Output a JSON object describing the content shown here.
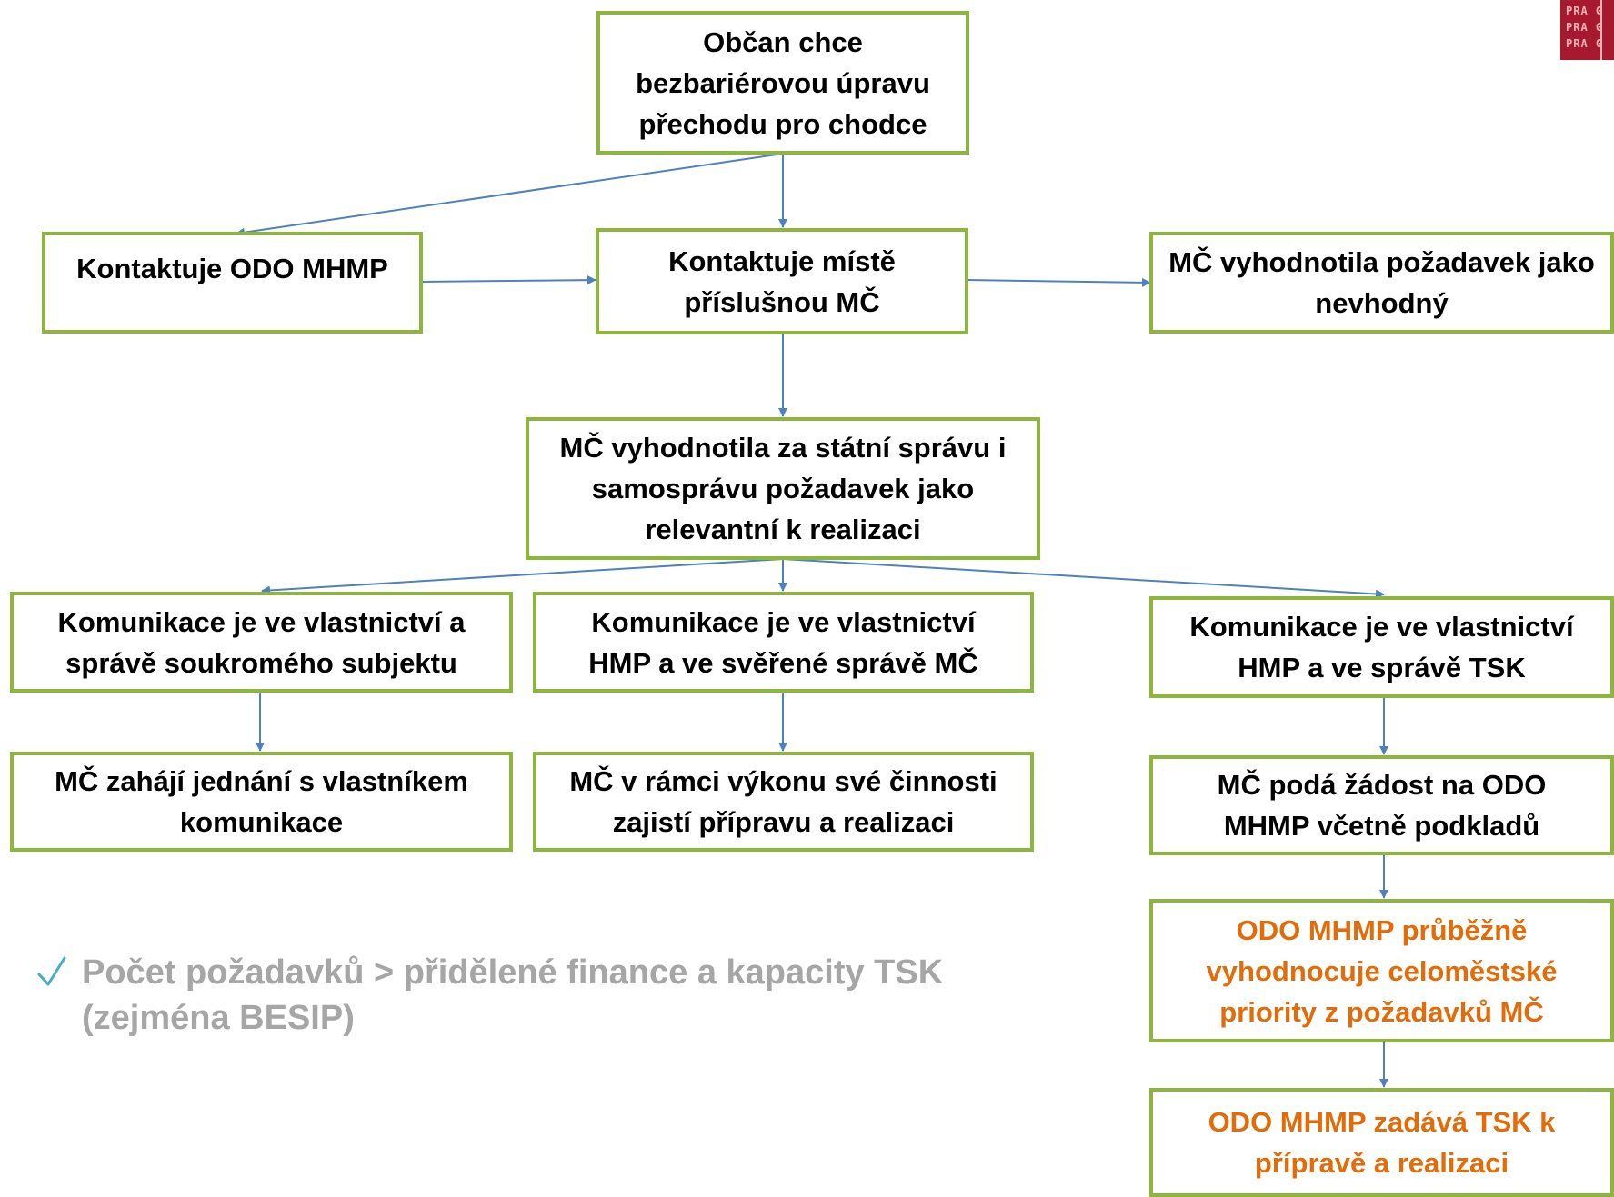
{
  "logo": {
    "rows": [
      "PRA",
      "PRA",
      "PRA"
    ],
    "suffix": "G"
  },
  "nodes": {
    "citizen": "Občan chce bezbariérovou úpravu přechodu pro chodce",
    "contact_odo": "Kontaktuje ODO MHMP",
    "contact_mc": "Kontaktuje místě příslušnou MČ",
    "mc_unsuitable": "MČ vyhodnotila požadavek jako nevhodný",
    "mc_relevant": "MČ vyhodnotila za státní správu i samosprávu požadavek jako relevantní k realizaci",
    "private_owner": "Komunikace je ve vlastnictví a správě soukromého subjektu",
    "hmp_mc": "Komunikace je ve vlastnictví HMP a ve svěřené správě MČ",
    "hmp_tsk": "Komunikace je ve vlastnictví HMP a ve správě TSK",
    "mc_negotiate": "MČ zahájí jednání s vlastníkem komunikace",
    "mc_prepare": "MČ v rámci výkonu své činnosti zajistí přípravu a realizaci",
    "mc_request": "MČ podá žádost na ODO MHMP včetně podkladů",
    "odo_evaluate": "ODO MHMP průběžně vyhodnocuje celoměstské priority z požadavků MČ",
    "odo_assign": "ODO MHMP zadává TSK k přípravě a realizaci"
  },
  "note": {
    "line1": "Počet požadavků > přidělené finance a kapacity TSK",
    "line2": "(zejména BESIP)"
  },
  "colors": {
    "box_border": "#8DB63C",
    "arrow": "#4F81BD",
    "orange_text": "#E36C0A",
    "note_text": "#A6A6A6",
    "check": "#4BACC6",
    "logo_bg": "#A6192E"
  }
}
